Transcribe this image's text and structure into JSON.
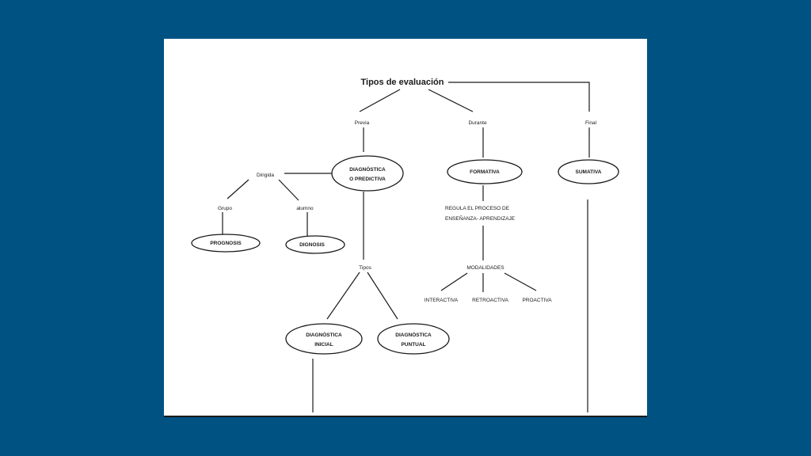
{
  "colors": {
    "background": "#005282",
    "slide": "#ffffff",
    "ink": "#1a1a1a"
  },
  "diagram": {
    "title": "Tipos de evaluación",
    "labels": {
      "previa": "Previa",
      "durante": "Durante",
      "final": "Final",
      "dirigida": "Dirigida",
      "grupo": "Grupo",
      "alumno": "alumno",
      "tipos": "Tipos",
      "regula_line1": "REGULA EL  PROCESO DE",
      "regula_line2": "ENSEÑANZA- APRENDIZAJE",
      "modalidades": "MODALIDADES",
      "interactiva": "INTERACTIVA",
      "retroactiva": "RETROACTIVA",
      "proactiva": "PROACTIVA"
    },
    "ovals": {
      "diagnostica_predictiva_line1": "DIAGNÓSTICA",
      "diagnostica_predictiva_line2": "O PREDICTIVA",
      "formativa": "FORMATIVA",
      "sumativa": "SUMATIVA",
      "prognosis": "PROGNOSIS",
      "dignosis": "DIGNOSIS",
      "diagnostica_inicial_line1": "DIAGNÓSTICA",
      "diagnostica_inicial_line2": "INICIAL",
      "diagnostica_puntual_line1": "DIAGNÓSTICA",
      "diagnostica_puntual_line2": "PUNTUAL"
    }
  }
}
